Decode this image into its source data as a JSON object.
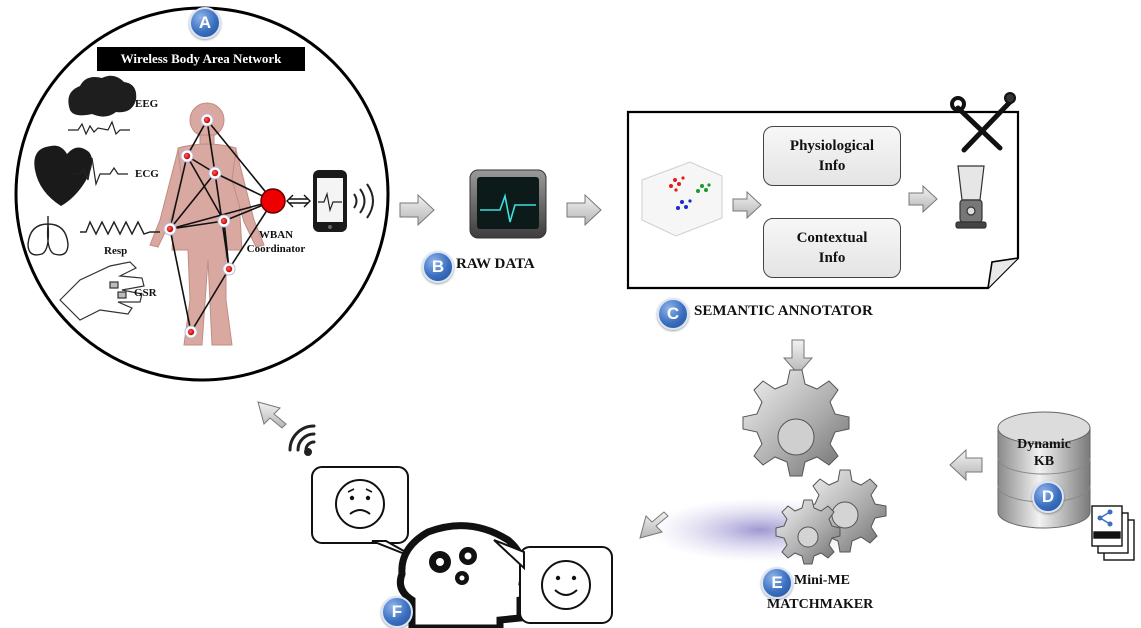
{
  "wban": {
    "badge": "A",
    "title": "Wireless Body Area Network",
    "signals": [
      "EEG",
      "ECG",
      "Resp",
      "GSR"
    ],
    "coordinator_label": "WBAN\nCoordinator"
  },
  "raw_data": {
    "badge": "B",
    "label": "RAW DATA"
  },
  "annotator": {
    "badge": "C",
    "label": "SEMANTIC ANNOTATOR",
    "box_top": "Physiological\nInfo",
    "box_bottom": "Contextual\nInfo"
  },
  "kb": {
    "badge": "D",
    "label": "Dynamic\nKB"
  },
  "matchmaker": {
    "badge": "E",
    "label_line1": "Mini-ME",
    "label_line2": "MATCHMAKER"
  },
  "feedback": {
    "badge": "F"
  },
  "colors": {
    "badge_blue": "#3a6fc0",
    "skin": "#d9a8a0",
    "sensor_red": "#e01010",
    "arrow_gray": "#c8c8c8"
  }
}
